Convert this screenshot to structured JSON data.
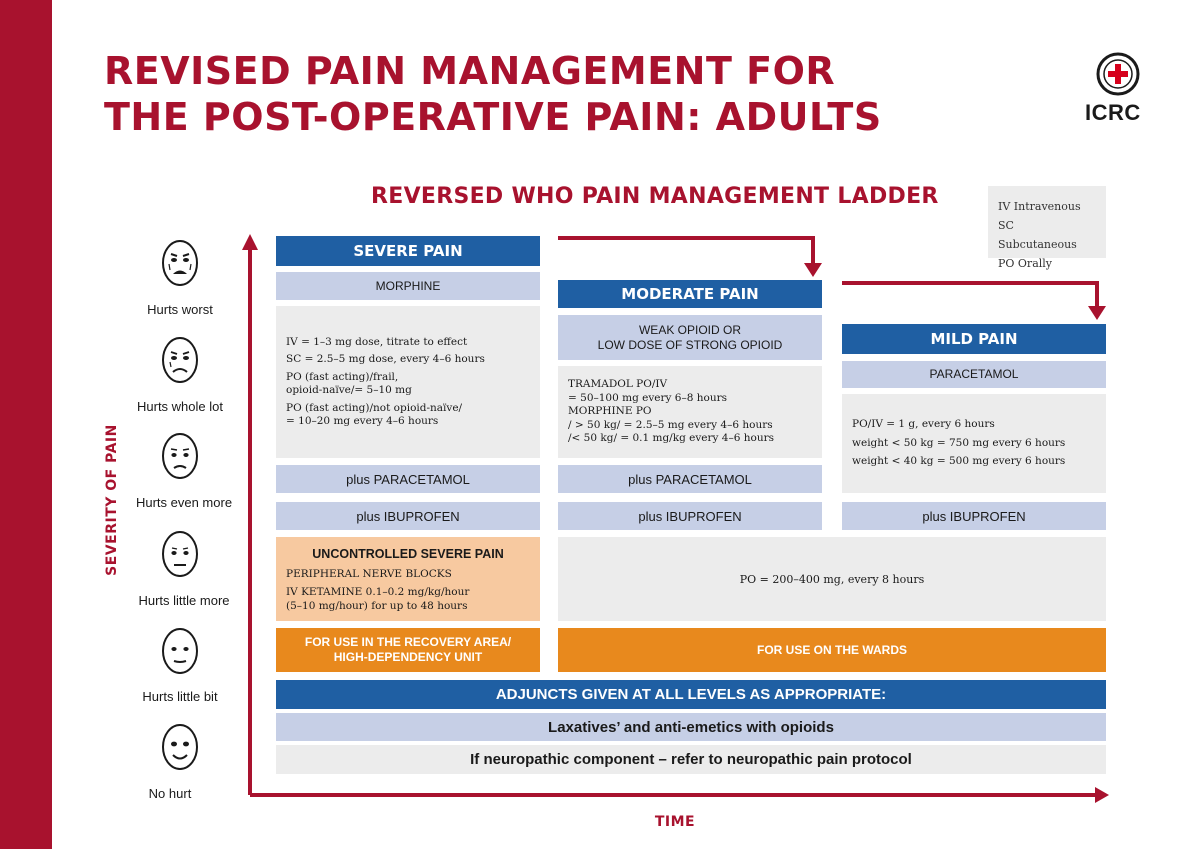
{
  "title": {
    "line1": "REVISED PAIN MANAGEMENT FOR",
    "line2": "THE POST-OPERATIVE PAIN: ADULTS"
  },
  "logo": {
    "text": "ICRC"
  },
  "ladder_title": "REVERSED WHO PAIN MANAGEMENT LADDER",
  "legend": [
    "IV Intravenous",
    "SC Subcutaneous",
    "PO Orally"
  ],
  "axis": {
    "y_label": "SEVERITY OF PAIN",
    "x_label": "TIME"
  },
  "faces": [
    "Hurts worst",
    "Hurts whole lot",
    "Hurts even more",
    "Hurts little more",
    "Hurts little bit",
    "No hurt"
  ],
  "severe": {
    "header": "SEVERE PAIN",
    "drug": "MORPHINE",
    "doses": [
      "IV = 1–3 mg dose, titrate to effect",
      "SC = 2.5–5 mg dose, every 4–6 hours",
      "PO (fast acting)/frail,",
      "opioid-naïve/= 5–10 mg",
      "PO (fast acting)/not opioid-naïve/",
      "= 10–20 mg every 4–6 hours"
    ],
    "plus1": "plus PARACETAMOL",
    "plus2": "plus IBUPROFEN"
  },
  "moderate": {
    "header": "MODERATE PAIN",
    "drug_line1": "WEAK OPIOID OR",
    "drug_line2": "LOW DOSE OF STRONG OPIOID",
    "doses": [
      "TRAMADOL PO/IV",
      "= 50–100 mg every 6–8 hours",
      "MORPHINE PO",
      "/ > 50 kg/ = 2.5–5 mg every 4–6 hours",
      "/< 50 kg/ = 0.1 mg/kg every 4–6 hours"
    ],
    "plus1": "plus PARACETAMOL",
    "plus2": "plus IBUPROFEN"
  },
  "mild": {
    "header": "MILD PAIN",
    "drug": "PARACETAMOL",
    "doses": [
      "PO/IV = 1 g, every 6 hours",
      "weight < 50 kg = 750 mg every 6 hours",
      "weight < 40 kg = 500 mg every 6 hours"
    ],
    "plus2": "plus IBUPROFEN"
  },
  "uncontrolled": {
    "title": "UNCONTROLLED SEVERE PAIN",
    "lines": [
      "PERIPHERAL NERVE BLOCKS",
      "IV KETAMINE 0.1–0.2 mg/kg/hour",
      "(5–10 mg/hour) for up to 48 hours"
    ]
  },
  "ibuprofen_dose": "PO = 200–400 mg, every 8 hours",
  "recovery": {
    "line1": "FOR USE IN THE RECOVERY AREA/",
    "line2": "HIGH-DEPENDENCY UNIT"
  },
  "wards": "FOR USE ON THE WARDS",
  "adjuncts": {
    "header": "ADJUNCTS GIVEN AT ALL LEVELS AS APPROPRIATE:",
    "row1": "Laxatives’ and anti-emetics with opioids",
    "row2": "If neuropathic component – refer to neuropathic pain protocol"
  },
  "colors": {
    "brand_red": "#a8122e",
    "header_blue": "#1f5fa3",
    "light_blue": "#c6cfe6",
    "light_grey": "#ececec",
    "orange": "#e8891d",
    "peach": "#f7c9a0"
  }
}
